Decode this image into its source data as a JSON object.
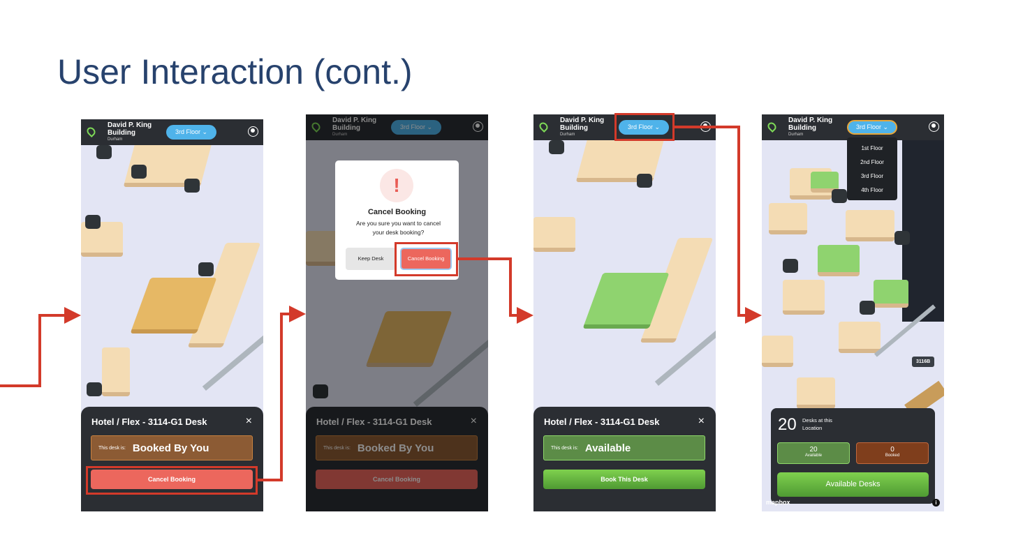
{
  "slide": {
    "title": "User Interaction (cont.)"
  },
  "header": {
    "building": "David P. King Building",
    "city": "Durham",
    "floor": "3rd Floor ⌄"
  },
  "sheet": {
    "title": "Hotel / Flex - 3114-G1 Desk",
    "close": "×",
    "status_label": "This desk is:",
    "booked": "Booked By You",
    "available": "Available",
    "cancel": "Cancel Booking",
    "book": "Book This Desk"
  },
  "modal": {
    "icon": "!",
    "title": "Cancel Booking",
    "message": "Are you sure you want to cancel your desk booking?",
    "keep": "Keep Desk",
    "cancel": "Cancel Booking"
  },
  "dropdown": {
    "options": [
      "1st Floor",
      "2nd Floor",
      "3rd Floor",
      "4th Floor"
    ]
  },
  "summary": {
    "total": "20",
    "total_label": "Desks at this Location",
    "available_count": "20",
    "available_label": "Available",
    "booked_count": "0",
    "booked_label": "Booked",
    "button": "Available Desks"
  },
  "map": {
    "room_label": "3116B",
    "attribution": "mapbox",
    "info": "i"
  },
  "colors": {
    "arrow": "#d33a2a",
    "booked": "#8c5b34",
    "available": "#5c8c47",
    "cancel": "#ec675d",
    "floor": "#4fb3ea"
  }
}
